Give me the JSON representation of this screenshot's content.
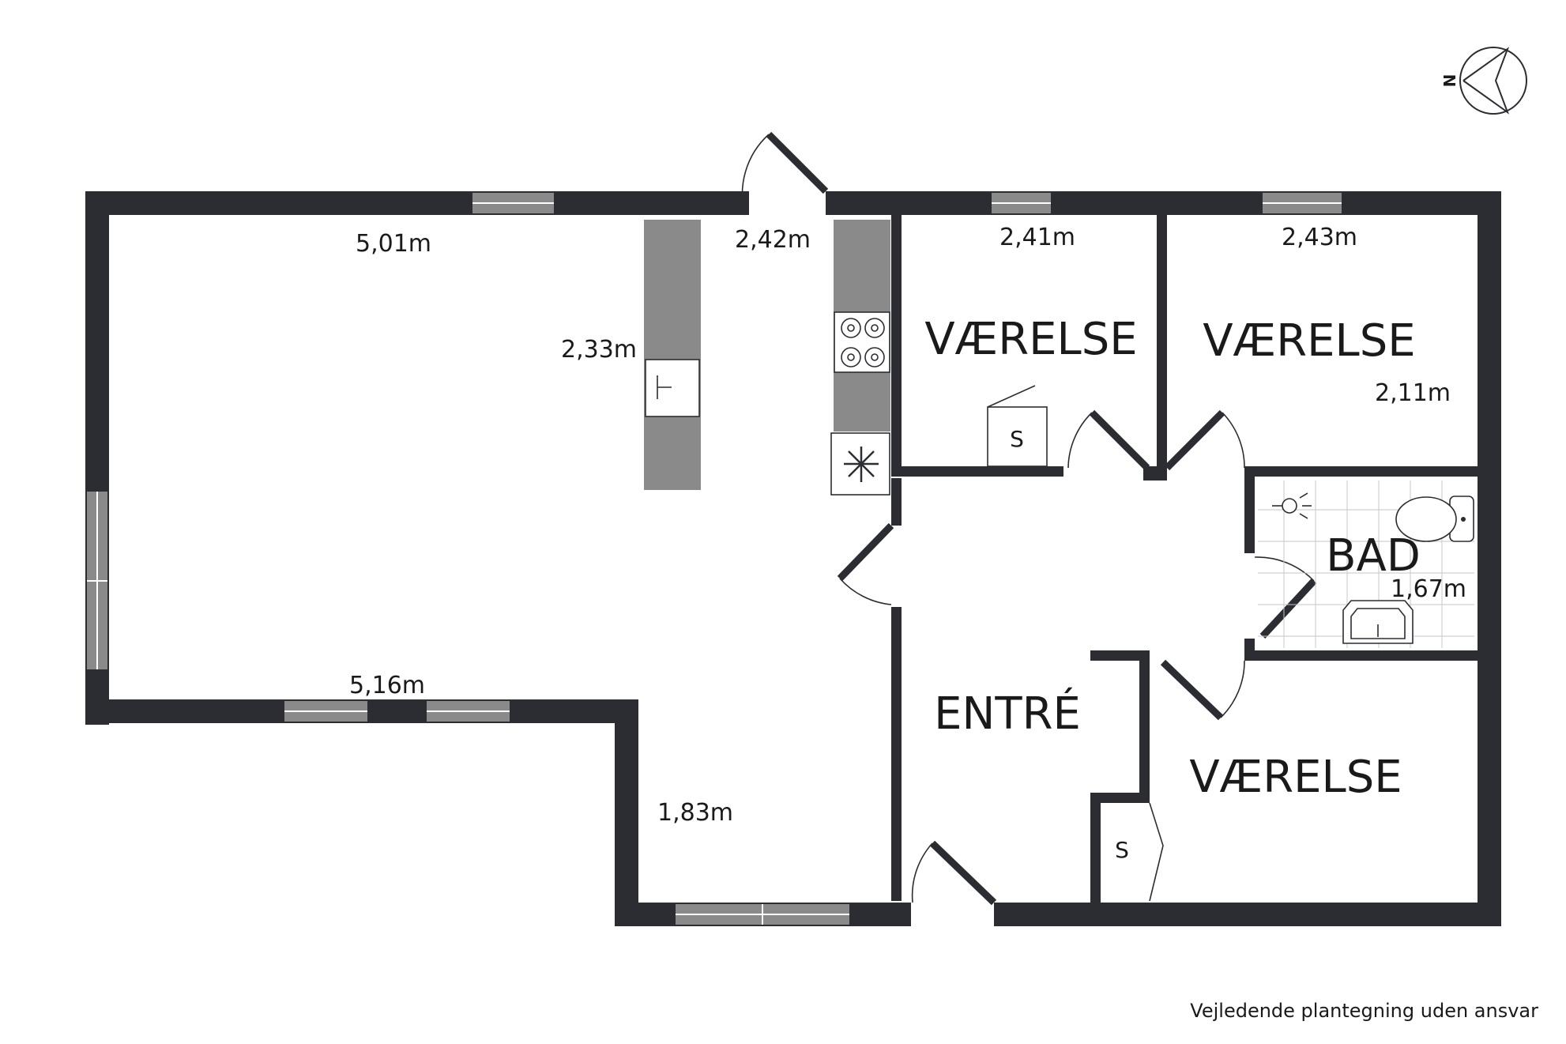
{
  "rooms": {
    "bedroom_1": "VÆRELSE",
    "bedroom_2": "VÆRELSE",
    "bedroom_3": "VÆRELSE",
    "bathroom": "BAD",
    "entrance": "ENTRÉ"
  },
  "dimensions": {
    "living_width_top": "5,01m",
    "living_width_bottom": "5,16m",
    "kitchen_island": "2,33m",
    "kitchen_width": "2,42m",
    "bedroom_1_width": "2,41m",
    "bedroom_2_width": "2,43m",
    "bedroom_2_depth": "2,11m",
    "bathroom_width": "1,67m",
    "living_ext_width": "1,83m"
  },
  "closets": {
    "closet_1": "S",
    "closet_2": "S"
  },
  "compass": {
    "north": "N"
  },
  "disclaimer": "Vejledende plantegning uden ansvar",
  "colors": {
    "wall": "#2b2d33",
    "window": "#8a8a8a",
    "counter": "#8a8a8a"
  }
}
